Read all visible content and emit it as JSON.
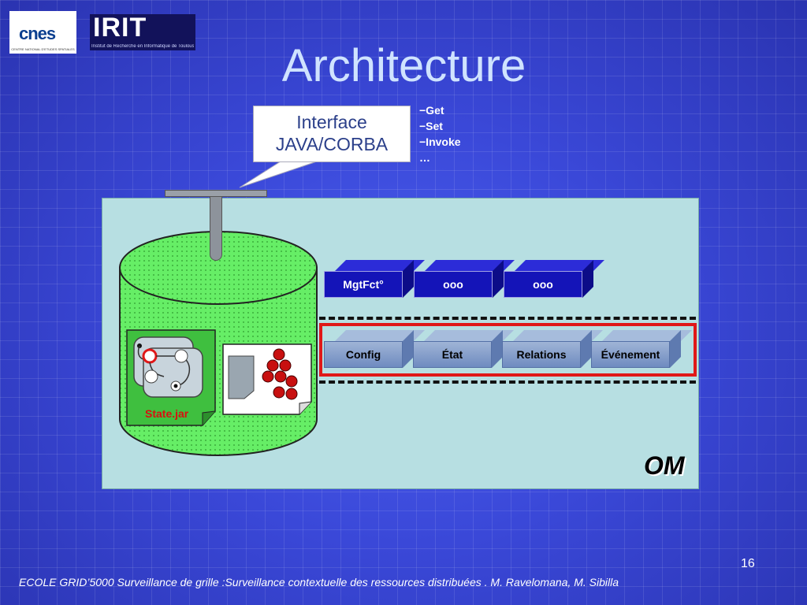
{
  "logos": {
    "cnes": {
      "text": "cnes",
      "subtitle": "CENTRE NATIONAL D'ETUDES SPATIALES"
    },
    "irit": {
      "text": "IRIT",
      "subtitle": "Institut de Recherche en Informatique de Toulouse"
    }
  },
  "title": "Architecture",
  "callout": {
    "line1": "Interface",
    "line2": "JAVA/CORBA"
  },
  "methods": [
    "−Get",
    "−Set",
    "−Invoke",
    "…"
  ],
  "top_blocks": [
    "MgtFct°",
    "ooo",
    "ooo"
  ],
  "bottom_blocks": [
    "Config",
    "État",
    "Relations",
    "Événement"
  ],
  "state_jar": "State.jar",
  "om_label": "OM",
  "page_number": "16",
  "footer": "ECOLE GRID’5000 Surveillance de grille :Surveillance contextuelle des ressources distribuées .  M. Ravelomana,  M. Sibilla",
  "colors": {
    "background": "#3a48d8",
    "om_box": "#b7dfe2",
    "cylinder": "#66ee66",
    "block_dark": "#1414b8",
    "block_light": "#7f98c8",
    "highlight": "#e01818"
  }
}
